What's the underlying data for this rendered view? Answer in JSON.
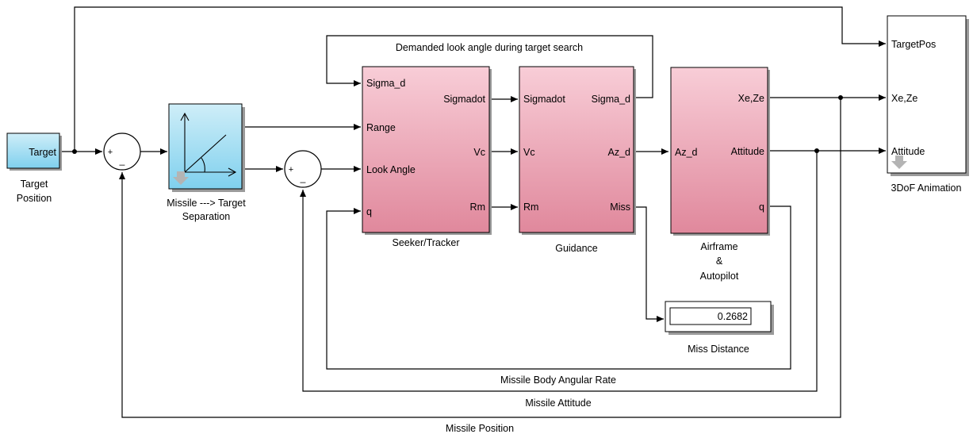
{
  "colors": {
    "pink_top": "#f8cdd7",
    "pink_bottom": "#e0889c",
    "cyan_top": "#cfeef8",
    "cyan_bottom": "#7fd0ee",
    "wire": "#000000"
  },
  "blocks": {
    "target": {
      "port_label": "Target",
      "caption_line1": "Target",
      "caption_line2": "Position"
    },
    "separation": {
      "caption_line1": "Missile ---> Target",
      "caption_line2": "Separation",
      "icon": "graph-icon"
    },
    "sum1": {
      "plus": "+",
      "minus": "_"
    },
    "sum2": {
      "plus": "+",
      "minus": "_"
    },
    "seeker": {
      "caption": "Seeker/Tracker",
      "inputs": [
        "Sigma_d",
        "Range",
        "Look Angle",
        "q"
      ],
      "outputs": [
        "Sigmadot",
        "Vc",
        "Rm"
      ]
    },
    "guidance": {
      "caption": "Guidance",
      "inputs": [
        "Sigmadot",
        "Vc",
        "Rm"
      ],
      "outputs": [
        "Sigma_d",
        "Az_d",
        "Miss"
      ]
    },
    "airframe": {
      "caption_line1": "Airframe",
      "caption_line2": "&",
      "caption_line3": "Autopilot",
      "inputs": [
        "Az_d"
      ],
      "outputs": [
        "Xe,Ze",
        "Attitude",
        "q"
      ]
    },
    "display": {
      "value": "0.2682",
      "caption": "Miss Distance"
    },
    "animation": {
      "inputs": [
        "TargetPos",
        "Xe,Ze",
        "Attitude"
      ],
      "caption": "3DoF Animation"
    }
  },
  "signals": {
    "look_angle": "Demanded look angle during target search",
    "body_rate": "Missile Body Angular Rate",
    "attitude": "Missile Attitude",
    "position": "Missile Position"
  }
}
